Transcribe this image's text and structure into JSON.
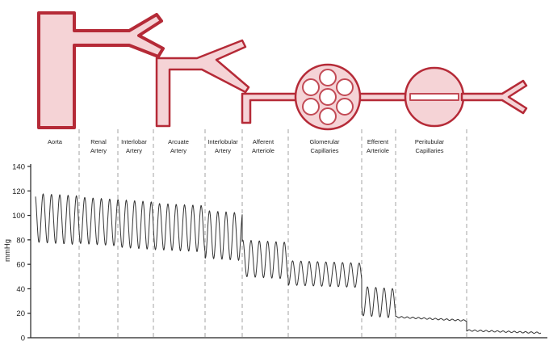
{
  "chart_data": {
    "type": "line",
    "title": "",
    "xlabel": "",
    "ylabel": "mmHg",
    "ylim": [
      0,
      140
    ],
    "yticks": [
      0,
      20,
      40,
      60,
      80,
      100,
      120,
      140
    ],
    "grid": false,
    "segments": [
      {
        "label_lines": [
          "Aorta"
        ],
        "systolic": 118,
        "diastolic": 78,
        "pulsatile": true
      },
      {
        "label_lines": [
          "Renal",
          "Artery"
        ],
        "systolic": 115,
        "diastolic": 77,
        "pulsatile": true
      },
      {
        "label_lines": [
          "Interlobar",
          "Artery"
        ],
        "systolic": 113,
        "diastolic": 74,
        "pulsatile": true
      },
      {
        "label_lines": [
          "Arcuate",
          "Artery"
        ],
        "systolic": 110,
        "diastolic": 72,
        "pulsatile": true
      },
      {
        "label_lines": [
          "Interlobular",
          "Artery"
        ],
        "systolic": 104,
        "diastolic": 65,
        "pulsatile": true
      },
      {
        "label_lines": [
          "Afferent",
          "Arteriole"
        ],
        "systolic": 80,
        "diastolic": 50,
        "pulsatile": true
      },
      {
        "label_lines": [
          "Glomerular",
          "Capillaries"
        ],
        "systolic": 63,
        "diastolic": 43,
        "pulsatile": true
      },
      {
        "label_lines": [
          "Efferent",
          "Arteriole"
        ],
        "systolic": 42,
        "diastolic": 18,
        "pulsatile": true
      },
      {
        "label_lines": [
          "Peritubular",
          "Capillaries"
        ],
        "systolic": 17,
        "diastolic": 14,
        "pulsatile": false
      },
      {
        "label_lines": [],
        "systolic": 6,
        "diastolic": 4,
        "pulsatile": false
      }
    ],
    "colors": {
      "vessel_fill": "#f5d3d6",
      "vessel_stroke": "#b52a37",
      "trace": "#333333",
      "divider": "#9a9a9a"
    }
  }
}
